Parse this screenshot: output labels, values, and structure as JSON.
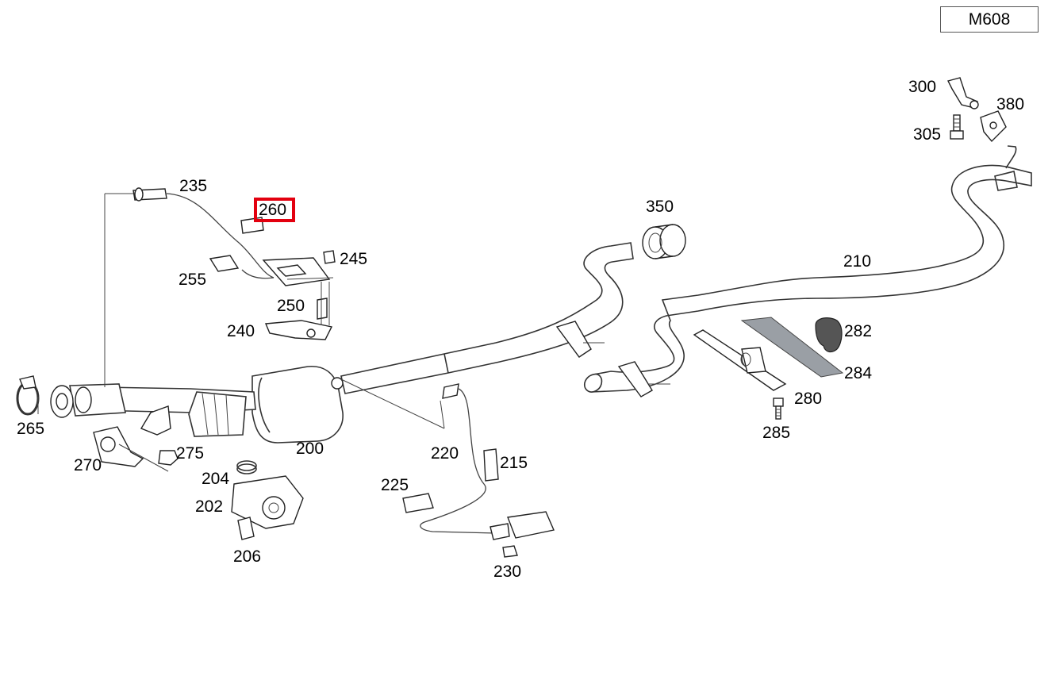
{
  "model_code": "M608",
  "selected_part": "260",
  "colors": {
    "highlight": "#e3000f",
    "line": "#333333",
    "shaded_part": "#9a9fa5"
  },
  "parts": {
    "p200": "200",
    "p202": "202",
    "p204": "204",
    "p206": "206",
    "p210": "210",
    "p215": "215",
    "p220": "220",
    "p225": "225",
    "p230": "230",
    "p235": "235",
    "p240": "240",
    "p245": "245",
    "p250": "250",
    "p255": "255",
    "p260": "260",
    "p265": "265",
    "p270": "270",
    "p275": "275",
    "p280": "280",
    "p282": "282",
    "p284": "284",
    "p285": "285",
    "p300": "300",
    "p305": "305",
    "p350": "350",
    "p380": "380"
  }
}
